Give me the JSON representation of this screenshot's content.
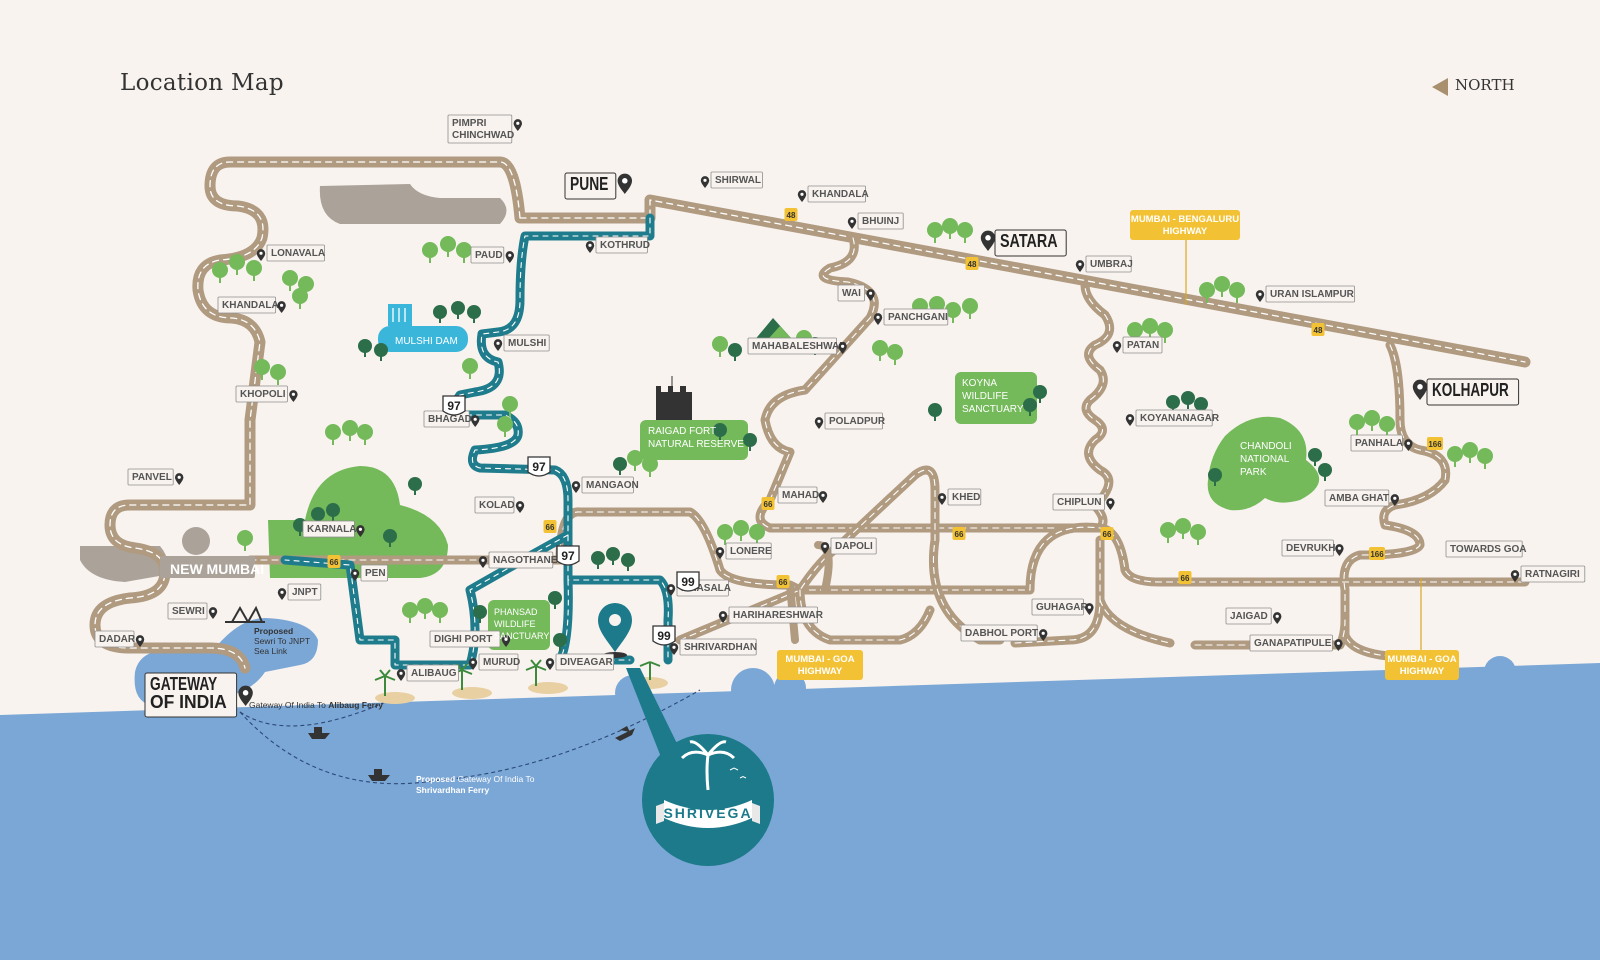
{
  "header": {
    "title": "Location Map",
    "north_label": "NORTH"
  },
  "colors": {
    "background": "#f8f3ef",
    "sea": "#7ba7d6",
    "road": "#b09a80",
    "inner_road": "#23808f",
    "park": "#74b95a",
    "highway_label": "#f2c234",
    "brand": "#1c7a8a"
  },
  "cities": [
    {
      "id": "pune",
      "name": "PUNE"
    },
    {
      "id": "satara",
      "name": "SATARA"
    },
    {
      "id": "kolhapur",
      "name": "KOLHAPUR"
    },
    {
      "id": "gateway",
      "name": "GATEWAY\nOF INDIA"
    }
  ],
  "places": [
    {
      "id": "pimpri",
      "name": "PIMPRI\nCHINCHWAD"
    },
    {
      "id": "shirwal",
      "name": "SHIRWAL"
    },
    {
      "id": "khandala_e",
      "name": "KHANDALA"
    },
    {
      "id": "bhuinj",
      "name": "BHUINJ"
    },
    {
      "id": "kothrud",
      "name": "KOTHRUD"
    },
    {
      "id": "paud",
      "name": "PAUD"
    },
    {
      "id": "lonavala",
      "name": "LONAVALA"
    },
    {
      "id": "khandala_w",
      "name": "KHANDALA"
    },
    {
      "id": "umbraj",
      "name": "UMBRAJ"
    },
    {
      "id": "uran_islampur",
      "name": "URAN ISLAMPUR"
    },
    {
      "id": "wai",
      "name": "WAI"
    },
    {
      "id": "panchgani",
      "name": "PANCHGANI"
    },
    {
      "id": "mulshi",
      "name": "MULSHI"
    },
    {
      "id": "patan",
      "name": "PATAN"
    },
    {
      "id": "mahabaleshwar",
      "name": "MAHABALESHWAR"
    },
    {
      "id": "khopoli",
      "name": "KHOPOLI"
    },
    {
      "id": "bhagad",
      "name": "BHAGAD"
    },
    {
      "id": "poladpur",
      "name": "POLADPUR"
    },
    {
      "id": "koyananagar",
      "name": "KOYANANAGAR"
    },
    {
      "id": "panhala",
      "name": "PANHALA"
    },
    {
      "id": "panvel",
      "name": "PANVEL"
    },
    {
      "id": "mangaon",
      "name": "MANGAON"
    },
    {
      "id": "kolad",
      "name": "KOLAD"
    },
    {
      "id": "mahad",
      "name": "MAHAD"
    },
    {
      "id": "khed",
      "name": "KHED"
    },
    {
      "id": "chiplun",
      "name": "CHIPLUN"
    },
    {
      "id": "amba_ghat",
      "name": "AMBA GHAT"
    },
    {
      "id": "karnala",
      "name": "KARNALA"
    },
    {
      "id": "dapoli",
      "name": "DAPOLI"
    },
    {
      "id": "lonere",
      "name": "LONERE"
    },
    {
      "id": "devrukh",
      "name": "DEVRUKH"
    },
    {
      "id": "towards_goa",
      "name": "TOWARDS GOA"
    },
    {
      "id": "nagothane",
      "name": "NAGOTHANE"
    },
    {
      "id": "pen",
      "name": "PEN"
    },
    {
      "id": "jnpt",
      "name": "JNPT"
    },
    {
      "id": "ratnagiri",
      "name": "RATNAGIRI"
    },
    {
      "id": "mhasala",
      "name": "MHASALA"
    },
    {
      "id": "sewri",
      "name": "SEWRI"
    },
    {
      "id": "harihareshwar",
      "name": "HARIHARESHWAR"
    },
    {
      "id": "guhagar",
      "name": "GUHAGAR"
    },
    {
      "id": "jaigad",
      "name": "JAIGAD"
    },
    {
      "id": "dadar",
      "name": "DADAR"
    },
    {
      "id": "dighi_port",
      "name": "DIGHI PORT"
    },
    {
      "id": "shrivardhan",
      "name": "SHRIVARDHAN"
    },
    {
      "id": "dabhol_port",
      "name": "DABHOL PORT"
    },
    {
      "id": "ganapatipule",
      "name": "GANAPATIPULE"
    },
    {
      "id": "murud",
      "name": "MURUD"
    },
    {
      "id": "diveagar",
      "name": "DIVEAGAR"
    },
    {
      "id": "alibaug",
      "name": "ALIBAUG"
    }
  ],
  "region_labels": {
    "new_mumbai": "NEW MUMBAI",
    "mulshi_dam": "MULSHI DAM",
    "raigad": "RAIGAD FORT\nNATURAL RESERVE",
    "koyna": "KOYNA\nWILDLIFE\nSANCTUARY",
    "chandoli": "CHANDOLI\nNATIONAL\nPARK",
    "phansad": "PHANSAD\nWILDLIFE\nSANCTUARY"
  },
  "highway_callouts": {
    "mumbai_bengaluru": "MUMBAI - BENGALURU\nHIGHWAY",
    "mumbai_goa_1": "MUMBAI - GOA\nHIGHWAY",
    "mumbai_goa_2": "MUMBAI - GOA\nHIGHWAY"
  },
  "highway_shields": [
    "48",
    "48",
    "48",
    "97",
    "97",
    "97",
    "99",
    "99",
    "66",
    "66",
    "66",
    "66",
    "66",
    "66",
    "66",
    "166",
    "166"
  ],
  "annotations": {
    "sealink": {
      "line1": "Proposed",
      "line2": "Sewri To JNPT",
      "line3": "Sea Link"
    },
    "ferry_alibaug": {
      "prefix": "Gateway Of India To ",
      "bold": "Alibaug Ferry"
    },
    "ferry_shrivardhan": {
      "bold1": "Proposed",
      "line1": " Gateway Of India To",
      "line2": "Shrivardhan Ferry"
    }
  },
  "project": {
    "name": "SHRIVEGA",
    "icon": "palm-tree-icon"
  }
}
